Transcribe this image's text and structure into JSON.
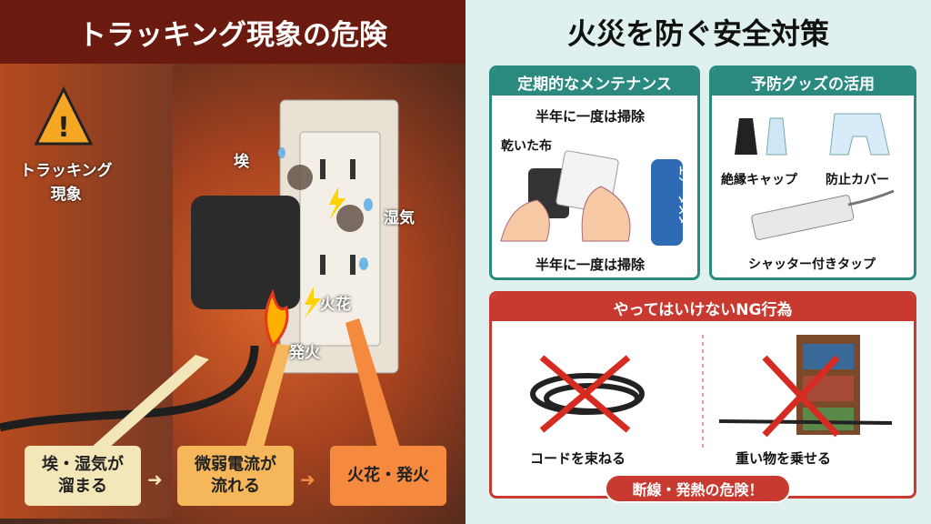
{
  "left": {
    "title": "トラッキング現象の危険",
    "warning_label": [
      "トラッキング",
      "現象"
    ],
    "labels": {
      "dust": "埃",
      "moisture": "湿気",
      "spark": "火花",
      "ignition": "発火"
    },
    "flow": [
      {
        "lines": [
          "埃・湿気が",
          "溜まる"
        ],
        "color": "#f3e6b8"
      },
      {
        "lines": [
          "微弱電流が",
          "流れる"
        ],
        "color": "#f6b75a"
      },
      {
        "lines": [
          "火花・発火"
        ],
        "color": "#f58a3e"
      }
    ],
    "arrow": "➜"
  },
  "right": {
    "title": "火災を防ぐ安全対策",
    "maintenance": {
      "header": "定期的なメンテナンス",
      "top": "半年に一度は掃除",
      "cloth": "乾いた布",
      "can": "エアーダスター",
      "bottom": "半年に一度は掃除"
    },
    "goods": {
      "header": "予防グッズの活用",
      "cap": "絶縁キャップ",
      "cover": "防止カバー",
      "tap": "シャッター付きタップ"
    },
    "ng": {
      "header": "やってはいけないNG行為",
      "item1": "コードを束ねる",
      "item2": "重い物を乗せる",
      "warning": "断線・発熱の危険！"
    }
  },
  "colors": {
    "teal": "#2a8a80",
    "red": "#c8392f",
    "header_dark": "#6a1a0f"
  }
}
